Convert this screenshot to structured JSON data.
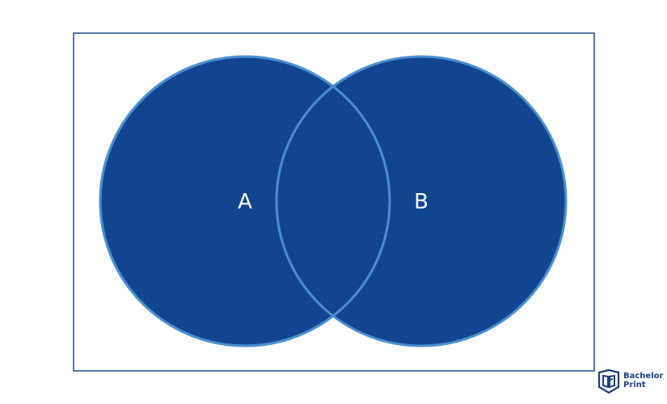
{
  "diagram": {
    "type": "venn",
    "sets": [
      {
        "label": "A"
      },
      {
        "label": "B"
      }
    ],
    "colors": {
      "fill": "#12458f",
      "stroke": "#4a90d0",
      "frame": "#1a4a8f",
      "label": "#ffffff"
    }
  },
  "logo": {
    "line1": "Bachelor",
    "line2": "Print",
    "icon": "book-icon"
  }
}
